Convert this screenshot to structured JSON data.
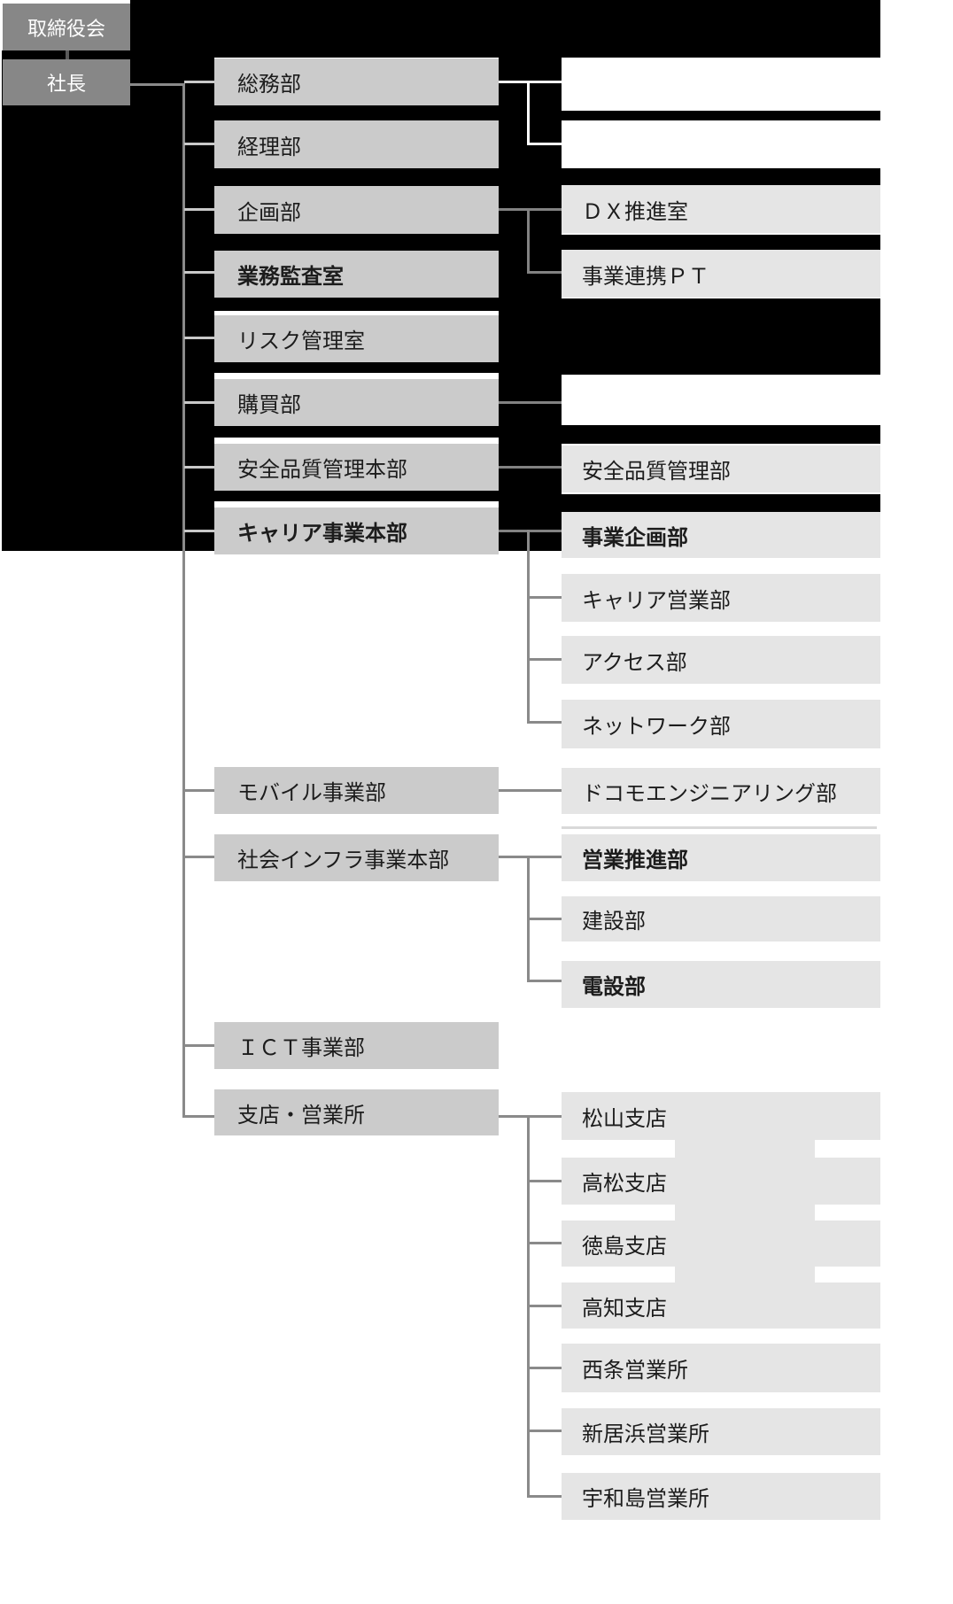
{
  "colors": {
    "backdrop_black": "#000000",
    "executive_box": "#878787",
    "division_box": "#cbcbcb",
    "department_box": "#e5e5e5",
    "connector_gray": "#8a8a8a",
    "connector_light": "#c9c9c9",
    "text_dark": "#1c1c1c",
    "text_white": "#ffffff"
  },
  "org": {
    "board": "取締役会",
    "president": "社長",
    "l1": [
      "総務部",
      "経理部",
      "企画部",
      "業務監査室",
      "リスク管理室",
      "購買部",
      "安全品質管理本部",
      "キャリア事業本部",
      "モバイル事業部",
      "社会インフラ事業本部",
      "ＩＣＴ事業部",
      "支店・営業所"
    ],
    "l2": {
      "kikaku": [
        "ＤＸ推進室",
        "事業連携ＰＴ"
      ],
      "anzen": [
        "安全品質管理部"
      ],
      "carrier": [
        "事業企画部",
        "キャリア営業部",
        "アクセス部",
        "ネットワーク部"
      ],
      "mobile": [
        "ドコモエンジニアリング部"
      ],
      "infra": [
        "営業推進部",
        "建設部",
        "電設部"
      ],
      "branches": [
        "松山支店",
        "高松支店",
        "徳島支店",
        "高知支店",
        "西条営業所",
        "新居浜営業所",
        "宇和島営業所"
      ]
    }
  }
}
